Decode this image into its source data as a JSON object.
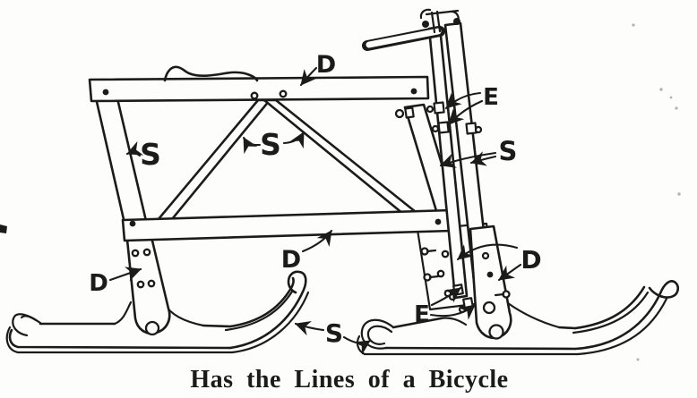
{
  "figure": {
    "type": "illustration",
    "caption": "Has the Lines of a Bicycle",
    "colors": {
      "ink": "#1b1b1b",
      "paper": "#fdfdfb"
    },
    "labels": {
      "d_top_rail": "D",
      "s_left_post": "S",
      "s_center_braces": "S",
      "e_upper_eyebolts": "E",
      "s_steering_bars": "S",
      "d_front_post": "D",
      "d_lower_rail": "D",
      "d_rear_post": "D",
      "e_lower_eyebolt": "E",
      "s_runner": "S"
    }
  }
}
